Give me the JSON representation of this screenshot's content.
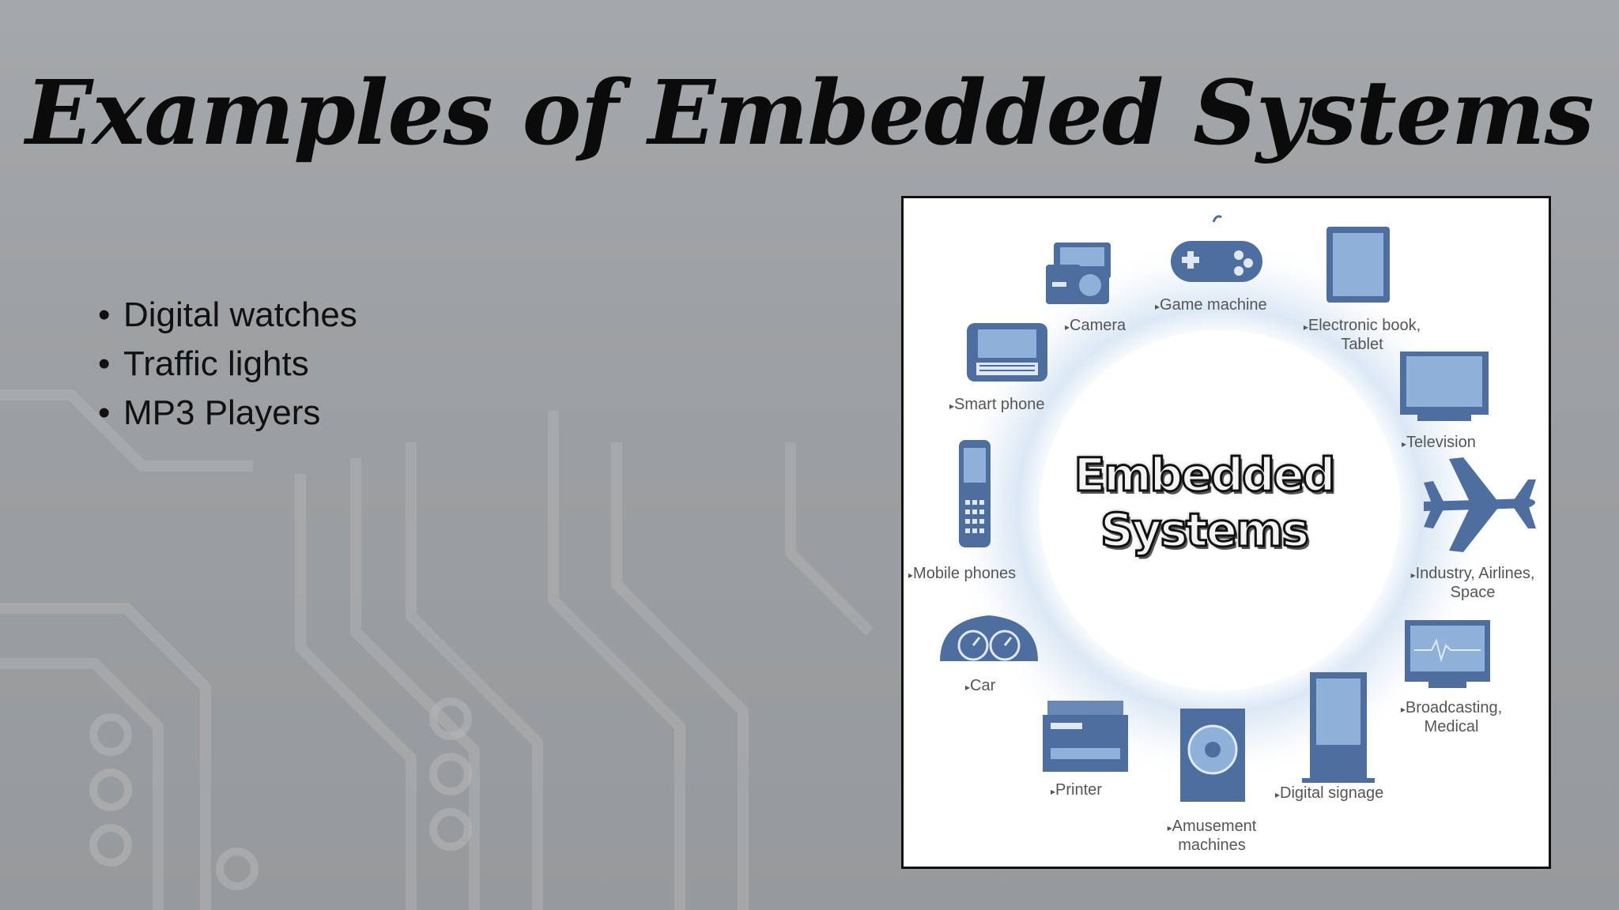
{
  "slide": {
    "title": "Examples of Embedded Systems",
    "bullets": [
      "Digital watches",
      "Traffic lights",
      "MP3 Players"
    ]
  },
  "figure": {
    "center_line1": "Embedded",
    "center_line2": "Systems",
    "devices": [
      {
        "id": "camera",
        "icon": "camera-icon",
        "label": "Camera"
      },
      {
        "id": "game",
        "icon": "gamepad-icon",
        "label": "Game machine"
      },
      {
        "id": "ebook",
        "icon": "tablet-icon",
        "label_1": "Electronic book,",
        "label_2": "Tablet"
      },
      {
        "id": "smartphone",
        "icon": "smartphone-icon",
        "label": "Smart phone"
      },
      {
        "id": "tv",
        "icon": "television-icon",
        "label": "Television"
      },
      {
        "id": "mobile",
        "icon": "mobile-phone-icon",
        "label": "Mobile phones"
      },
      {
        "id": "industry",
        "icon": "airplane-icon",
        "label_1": "Industry, Airlines,",
        "label_2": "Space"
      },
      {
        "id": "car",
        "icon": "car-dashboard-icon",
        "label": "Car"
      },
      {
        "id": "broadcast",
        "icon": "monitor-icon",
        "label_1": "Broadcasting,",
        "label_2": "Medical"
      },
      {
        "id": "printer",
        "icon": "printer-icon",
        "label": "Printer"
      },
      {
        "id": "signage",
        "icon": "signage-icon",
        "label": "Digital signage"
      },
      {
        "id": "amusement",
        "icon": "amusement-machine-icon",
        "label_1": "Amusement",
        "label_2": "machines"
      }
    ]
  },
  "colors": {
    "icon": "#4d6e9e",
    "icon_light": "#8fb0d8",
    "ring": "#c9dcef"
  }
}
